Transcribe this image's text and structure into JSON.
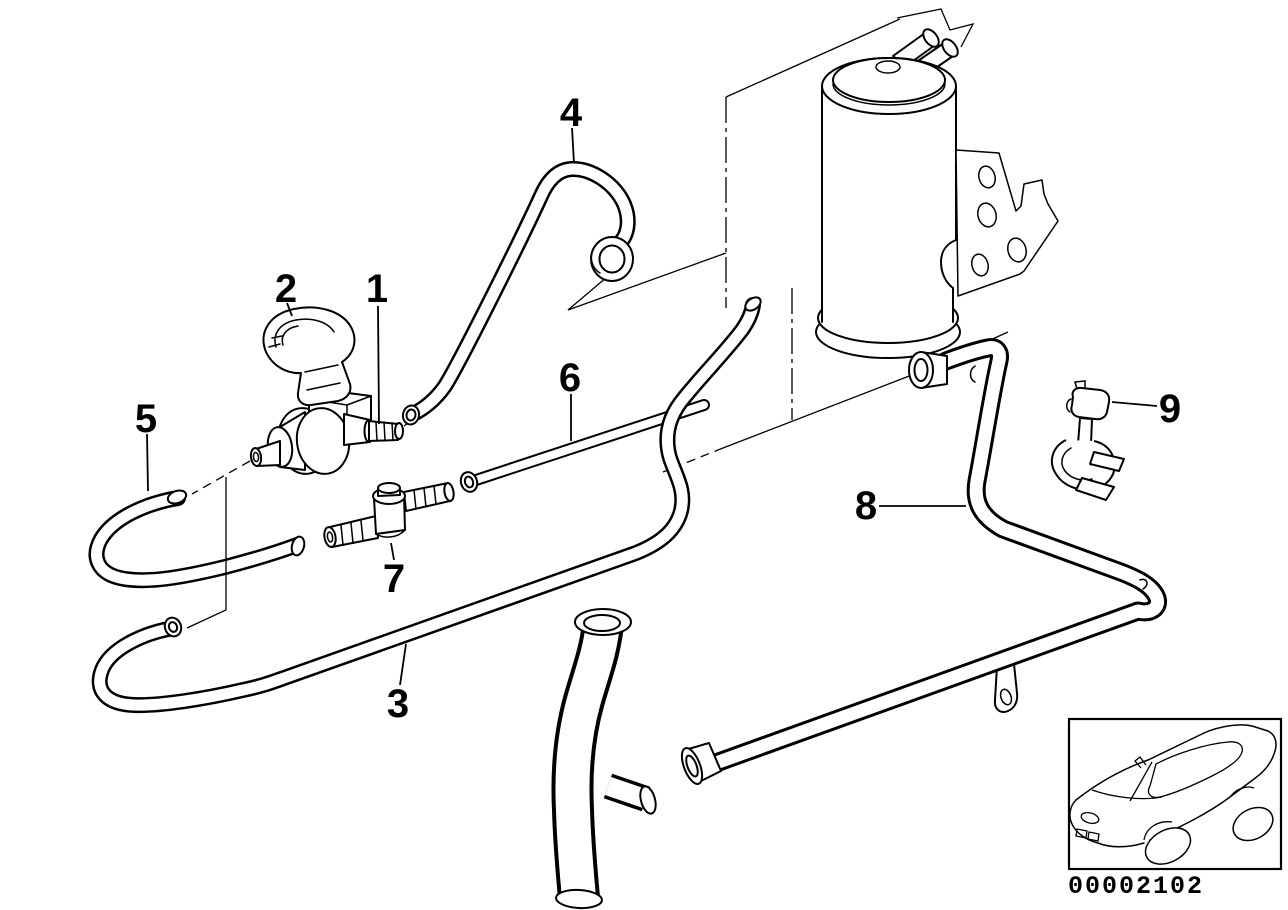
{
  "diagram": {
    "callouts": [
      {
        "label": "1"
      },
      {
        "label": "2"
      },
      {
        "label": "3"
      },
      {
        "label": "4"
      },
      {
        "label": "5"
      },
      {
        "label": "6"
      },
      {
        "label": "7"
      },
      {
        "label": "8"
      },
      {
        "label": "9"
      }
    ],
    "drawing_number": "00002102"
  },
  "icons": {
    "car_inset": "bmw-sedan-outline-icon"
  },
  "colors": {
    "line": "#000000",
    "background": "#ffffff"
  }
}
